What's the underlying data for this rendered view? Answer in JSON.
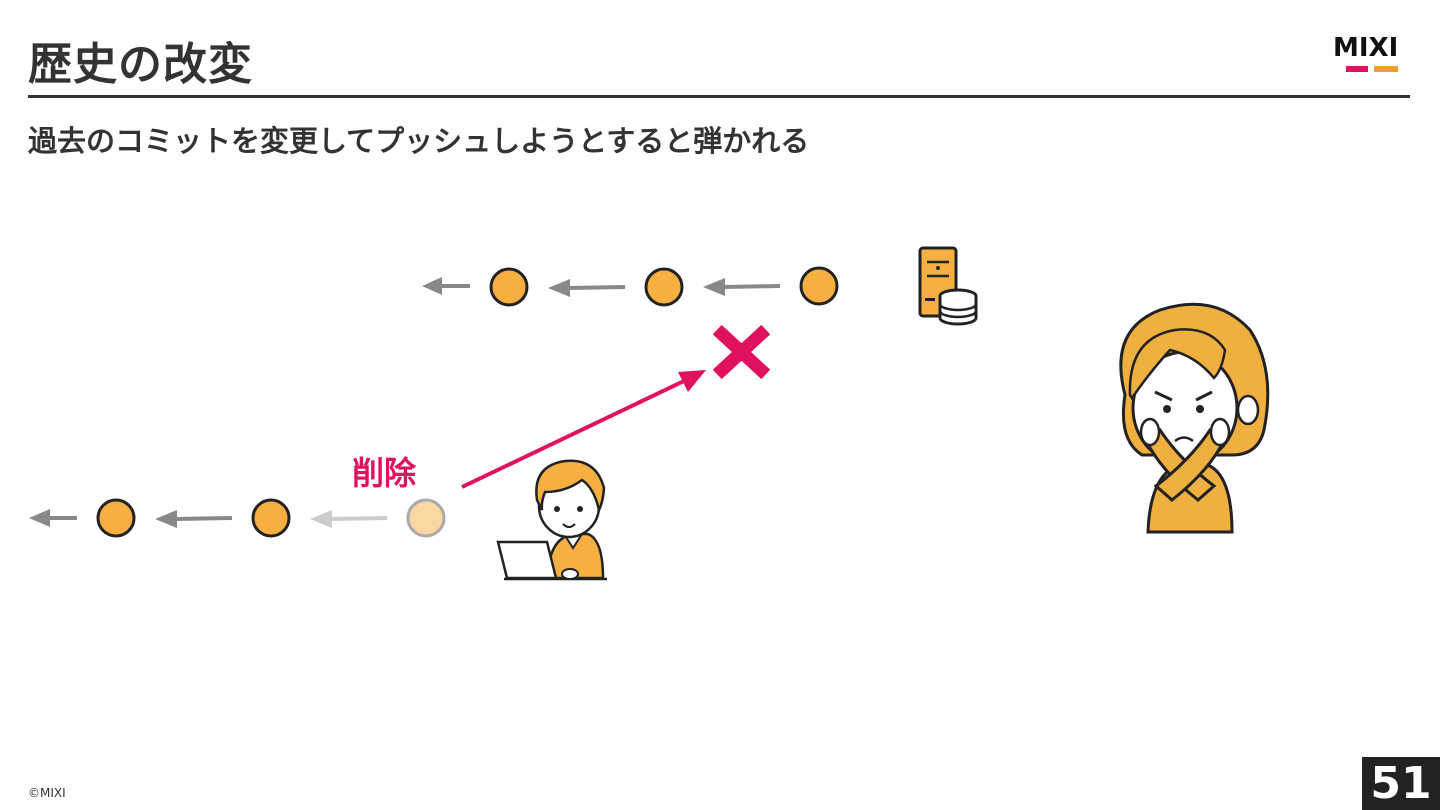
{
  "slide": {
    "title": "歴史の改変",
    "subtitle": "過去のコミットを変更してプッシュしようとすると弾かれる",
    "logo_text": "MIXI",
    "delete_label": "削除",
    "copyright": "©MIXI",
    "page_number": "51"
  },
  "colors": {
    "commit_fill": "#f5b041",
    "deleted_commit_fill": "#fad7a0",
    "accent_red": "#e0115f",
    "arrow_gray": "#888888",
    "text_dark": "#333333"
  },
  "icons": [
    "server-database-icon",
    "cross-mark-icon",
    "person-laptop-illustration",
    "woman-crossed-arms-illustration"
  ]
}
